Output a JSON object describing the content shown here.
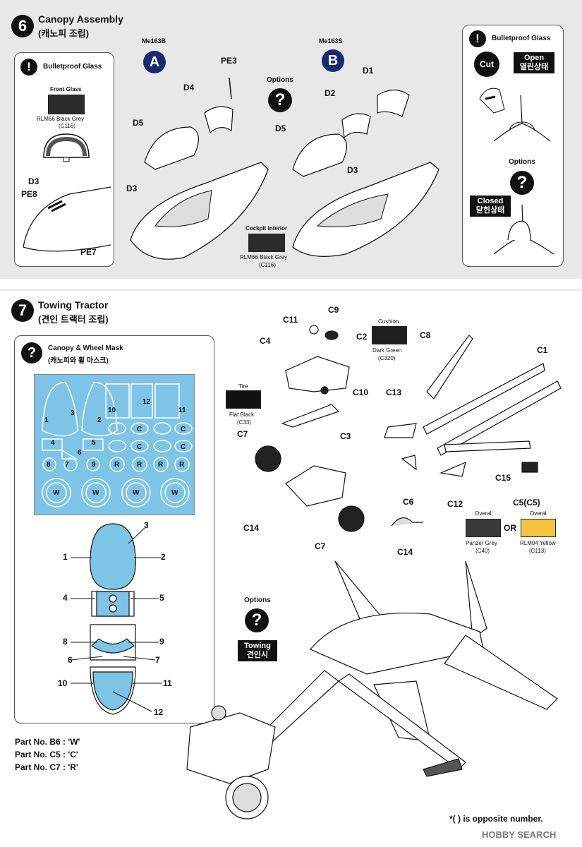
{
  "step6": {
    "number": "6",
    "title": "Canopy Assembly",
    "subtitle": "(캐노피 조립)",
    "variants": [
      {
        "name": "Me163B",
        "badge": "A"
      },
      {
        "name": "Me163S",
        "badge": "B"
      }
    ],
    "options_label": "Options",
    "left_box": {
      "title": "Bulletproof Glass",
      "front_glass": "Front Glass",
      "paint": "RLM66 Black Grey",
      "paint_code": "(C116)",
      "parts": [
        "D3",
        "PE8",
        "PE7"
      ]
    },
    "right_box": {
      "title": "Bulletproof Glass",
      "cut": "Cut",
      "open": "Open",
      "open_kr": "열린상태",
      "options": "Options",
      "closed": "Closed",
      "closed_kr": "닫힌상태"
    },
    "parts_a": [
      "PE3",
      "D4",
      "D5",
      "D3"
    ],
    "parts_b": [
      "D1",
      "D2",
      "D5",
      "D3"
    ],
    "cockpit": {
      "label": "Cockpit Interior",
      "paint": "RLM66 Black Grey",
      "code": "(C116)"
    }
  },
  "step7": {
    "number": "7",
    "title": "Towing Tractor",
    "subtitle": "(견인 트랙터 조립)",
    "mask_box": {
      "title": "Canopy & Wheel Mask",
      "subtitle": "(캐노피와 휠 마스크)",
      "sheet_labels": [
        "1",
        "2",
        "3",
        "4",
        "5",
        "6",
        "7",
        "8",
        "9",
        "10",
        "11",
        "12",
        "C",
        "C",
        "C",
        "C",
        "R",
        "R",
        "R",
        "R",
        "W",
        "W",
        "W",
        "W"
      ],
      "diagram_numbers": [
        "1",
        "2",
        "3",
        "4",
        "5",
        "6",
        "7",
        "8",
        "9",
        "10",
        "11",
        "12"
      ]
    },
    "part_notes": [
      "Part No. B6 : 'W'",
      "Part No. C5 : 'C'",
      "Part No. C7 : 'R'"
    ],
    "parts": [
      "C11",
      "C9",
      "C2",
      "C4",
      "C10",
      "C3",
      "C7",
      "C14",
      "C7",
      "C14",
      "C8",
      "C1",
      "C13",
      "C6",
      "C12",
      "C15",
      "C5(C5)"
    ],
    "cushion": {
      "label": "Cushion",
      "paint": "Dark Green",
      "code": "(C320)"
    },
    "tire": {
      "label": "Tire",
      "paint": "Flat Black",
      "code": "(C33)"
    },
    "overall_a": {
      "label": "Overal",
      "paint": "Panzer Grey",
      "code": "(C40)"
    },
    "or": "OR",
    "overall_b": {
      "label": "Overal",
      "paint": "RLM04 Yellow",
      "code": "(C113)"
    },
    "options": "Options",
    "towing": "Towing",
    "towing_kr": "견인시",
    "footnote": "*(  ) is opposite number.",
    "watermark": "HOBBY SEARCH"
  },
  "colors": {
    "black_grey": "#2b2b2b",
    "dark_green": "#1e1e1e",
    "flat_black": "#111111",
    "panzer_grey": "#3a3a3a",
    "rlm04_yellow": "#f5c542",
    "mask_blue": "#7ec4e6",
    "badge_navy": "#1a2a6c"
  }
}
